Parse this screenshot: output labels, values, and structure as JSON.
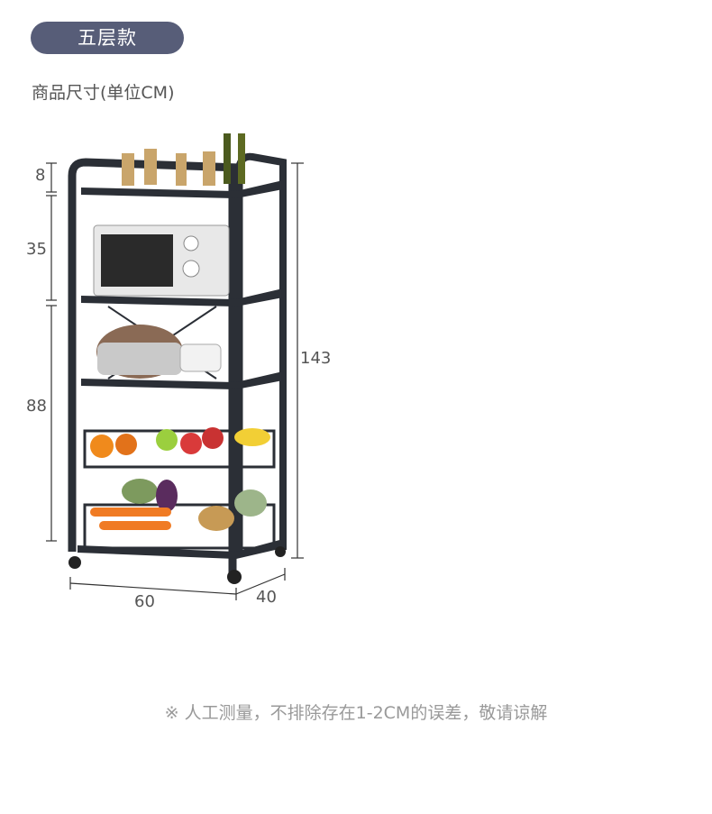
{
  "badge": {
    "label": "五层款"
  },
  "title": "商品尺寸(单位CM)",
  "dimensions": {
    "top_gap": "8",
    "upper": "35",
    "lower": "88",
    "height": "143",
    "width": "60",
    "depth": "40"
  },
  "footnote": "※ 人工测量，不排除存在1-2CM的误差，敬请谅解",
  "colors": {
    "badge": "#575d78",
    "rack": "#2b2f36"
  }
}
